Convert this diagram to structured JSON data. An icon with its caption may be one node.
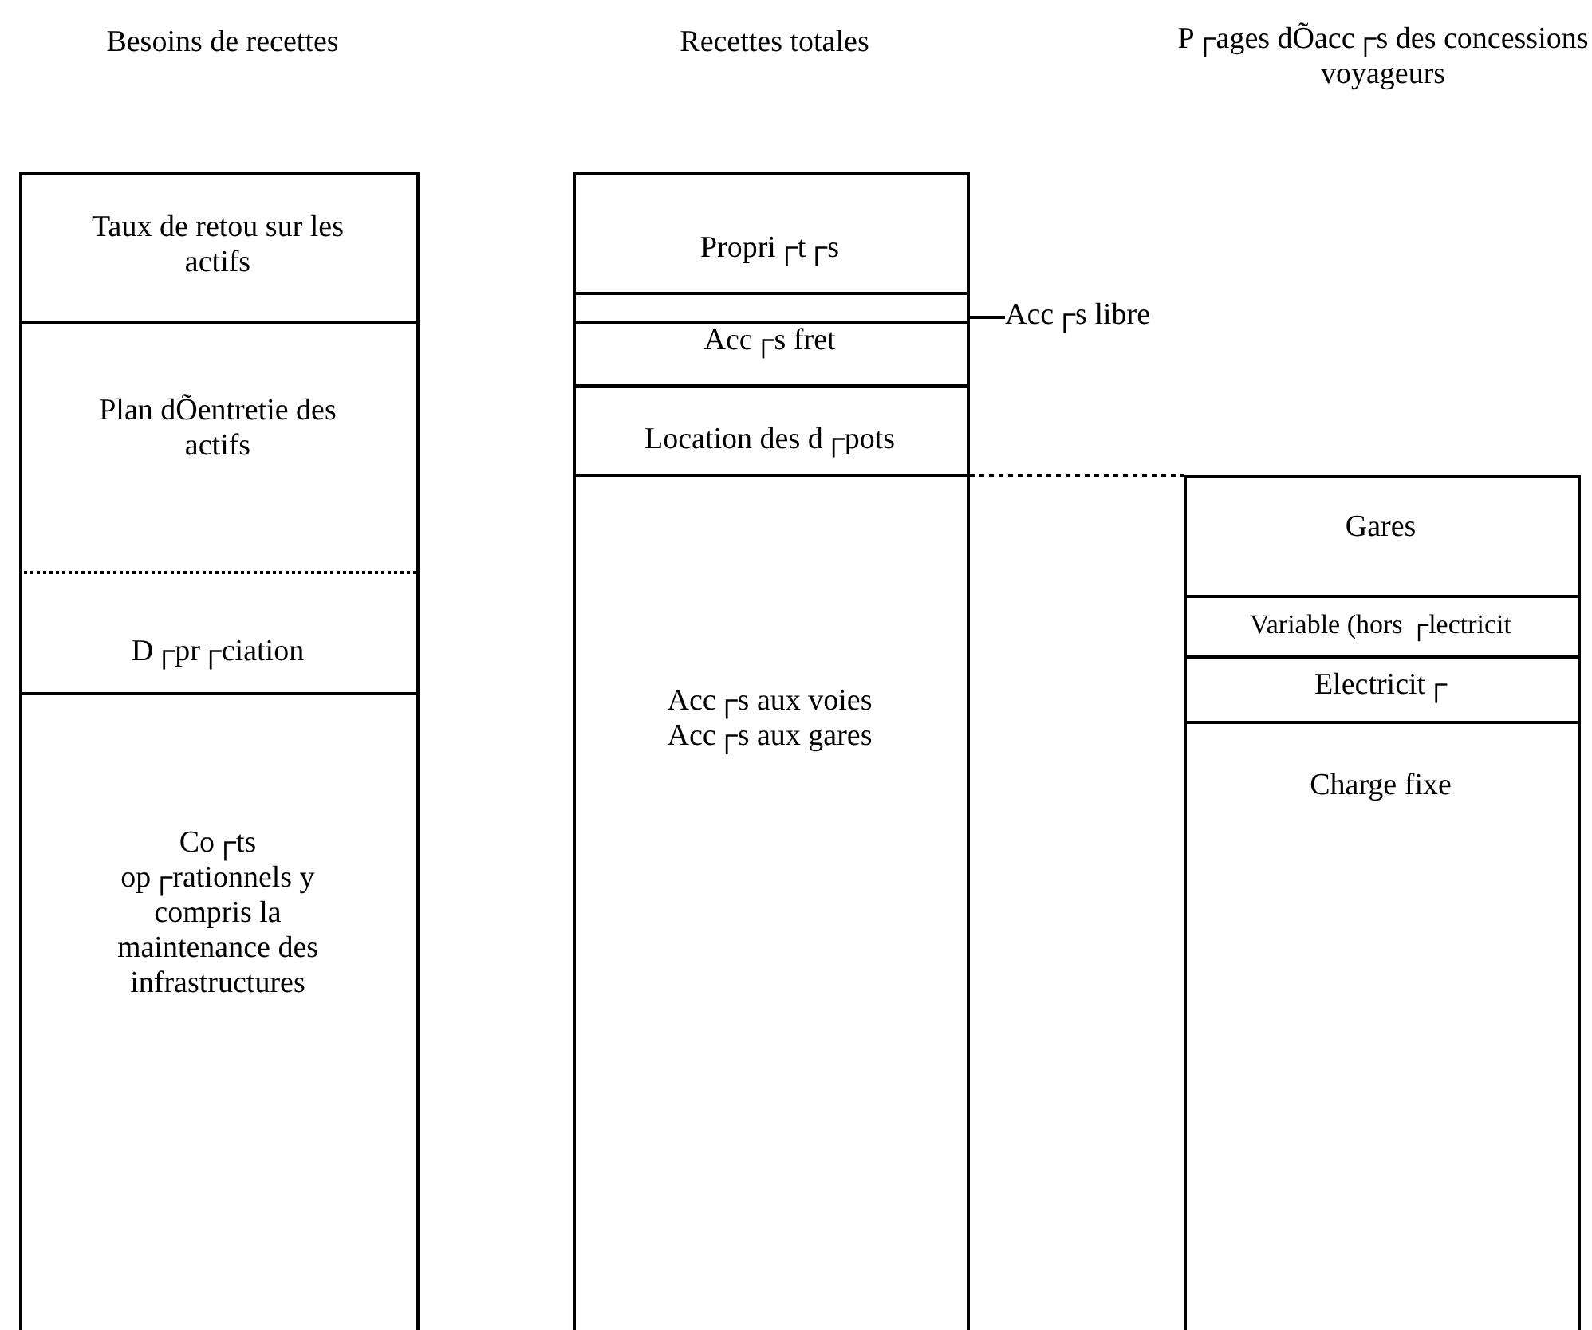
{
  "diagram": {
    "nodes": [
      {
        "text": [
          "Besoins de recettes"
        ]
      },
      {
        "text": [
          "Taux de retou sur les actifs"
        ],
        "in": 0
      },
      {
        "text": [
          "Plan dÕentretie des actifs"
        ],
        "in": 0
      },
      {
        "text": [
          "D┌pr┌ciation"
        ],
        "in": 0
      },
      {
        "text": [
          "Co┌ts op┌rationnels y compris la maintenance des infrastructures"
        ],
        "in": 0
      },
      {
        "text": [
          "Recettes totales"
        ]
      },
      {
        "text": [
          "Propri┌t┌s"
        ],
        "in": 5
      },
      {
        "text": [],
        "shape": "bar",
        "in": 5
      },
      {
        "text": [
          "Acc┌s fret"
        ],
        "in": 5
      },
      {
        "text": [
          "Location des d┌pots"
        ],
        "in": 5
      },
      {
        "text": [
          "Acc┌s aux voies",
          "Acc┌s aux gares"
        ],
        "in": 5
      },
      {
        "text": [
          "Acc┌s libre"
        ]
      },
      {
        "text": [],
        "shape": "box"
      },
      {
        "text": [
          "Gares"
        ],
        "in": 12
      },
      {
        "text": [
          "Variable (hors ┌lectricit"
        ],
        "in": 12
      },
      {
        "text": [
          "Electricit┌"
        ],
        "in": 12
      },
      {
        "text": [
          "Charge fixe"
        ],
        "in": 12
      }
    ],
    "edges": [
      {
        "from": 11,
        "to": 7,
        "arrow": "none"
      },
      {
        "from": 10,
        "to": 12,
        "arrow": "none",
        "style": "dashed"
      }
    ],
    "labels": [
      "P┌ages dÕacc┌s des concessions voyageurs"
    ]
  }
}
